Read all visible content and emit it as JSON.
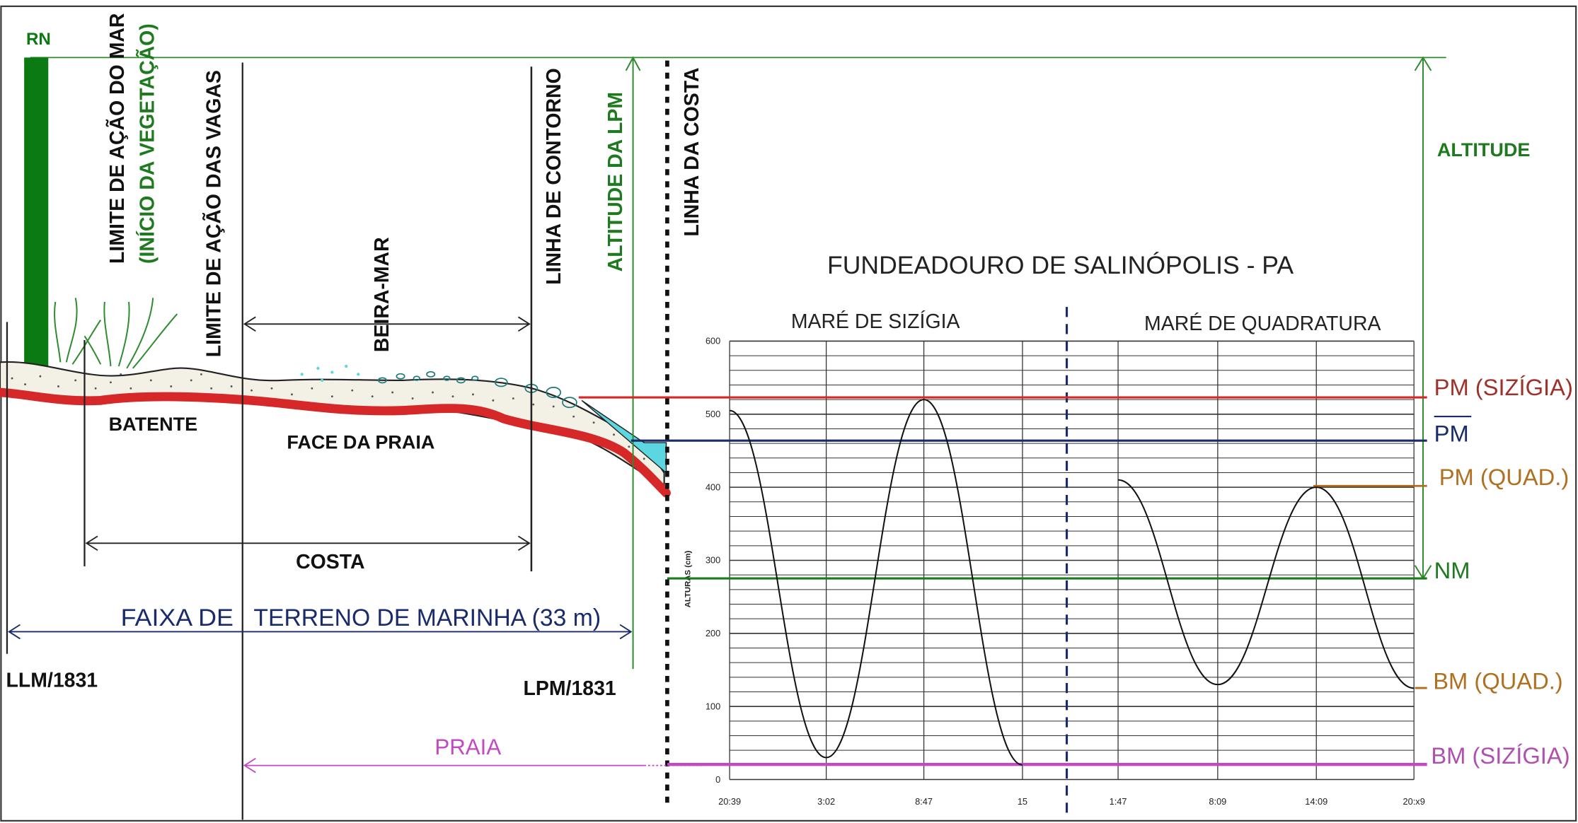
{
  "labels": {
    "rn": "RN",
    "limite_acao_mar": "LIMITE DE AÇÃO DO MAR",
    "inicio_vegetacao": "(INÍCIO DA VEGETAÇÃO)",
    "limite_acao_vagas": "LIMITE DE AÇÃO DAS VAGAS",
    "beira_mar": "BEIRA-MAR",
    "linha_contorno": "LINHA DE CONTORNO",
    "altitude_lpm": "ALTITUDE DA LPM",
    "linha_costa": "LINHA DA COSTA",
    "altitude": "ALTITUDE",
    "batente": "BATENTE",
    "face_praia": "FACE DA PRAIA",
    "costa": "COSTA",
    "faixa_de": "FAIXA DE",
    "terreno_marinha": "TERRENO DE MARINHA (33 m)",
    "llm": "LLM/1831",
    "lpm": "LPM/1831",
    "praia": "PRAIA"
  },
  "levels": {
    "pm_sizigia": "PM (SIZÍGIA)",
    "pm_media": "PM",
    "pm_quad": "PM (QUAD.)",
    "nm": "NM",
    "bm_quad": "BM (QUAD.)",
    "bm_sizigia": "BM (SIZÍGIA)"
  },
  "colors": {
    "green": "#1e7a1e",
    "dark_green": "#0b7a13",
    "red": "#d62828",
    "navy": "#1a2b6b",
    "orange_brown": "#b36a1a",
    "magenta": "#c447c4",
    "cyan": "#5cd6e0",
    "pm_sizigia_text": "#a0302a",
    "pm_quad_text": "#b07020",
    "bm_quad_text": "#b07020",
    "bm_sizigia_text": "#b04fb0",
    "pm_media_text": "#1a2b6b",
    "nm_text": "#1e7a1e"
  },
  "chart_data": {
    "type": "line",
    "title": "FUNDEADOURO DE SALINÓPOLIS - PA",
    "ylabel": "ALTURAS (cm)",
    "ylim": [
      0,
      600
    ],
    "yticks": [
      "0",
      "100",
      "200",
      "300",
      "400",
      "500",
      "600"
    ],
    "sections": [
      "MARÉ DE SIZÍGIA",
      "MARÉ DE QUADRATURA"
    ],
    "x_tick_labels": [
      "20:39",
      "3:02",
      "8:47",
      "15",
      "1:47",
      "8:09",
      "14:09",
      "20:x9"
    ],
    "series": [
      {
        "name": "MARÉ DE SIZÍGIA",
        "times": [
          "20:39",
          "3:02",
          "8:47",
          "15"
        ],
        "values": [
          505,
          30,
          520,
          20
        ]
      },
      {
        "name": "MARÉ DE QUADRATURA",
        "times": [
          "1:47",
          "8:09",
          "14:09",
          "20:x9"
        ],
        "values": [
          410,
          130,
          400,
          125
        ]
      }
    ]
  }
}
